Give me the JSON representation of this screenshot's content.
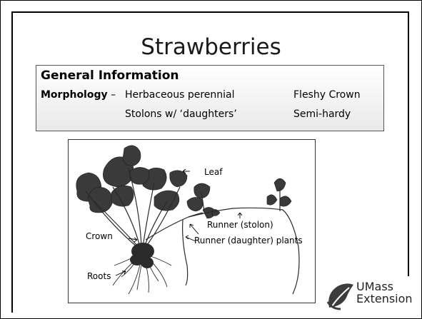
{
  "slide": {
    "title": "Strawberries",
    "info": {
      "heading": "General Information",
      "morphology_label": "Morphology",
      "dash": "–",
      "col1": [
        "Herbaceous perennial",
        "Stolons w/ ‘daughters’"
      ],
      "col2": [
        "Fleshy Crown",
        "Semi-hardy"
      ]
    },
    "photo": {
      "labels": {
        "leaf": "Leaf",
        "crown": "Crown",
        "roots": "Roots",
        "runner_stolon": "Runner (stolon)",
        "runner_daughter": "Runner (daughter) plants"
      }
    },
    "logo": {
      "line1": "UMass",
      "line2": "Extension"
    }
  }
}
